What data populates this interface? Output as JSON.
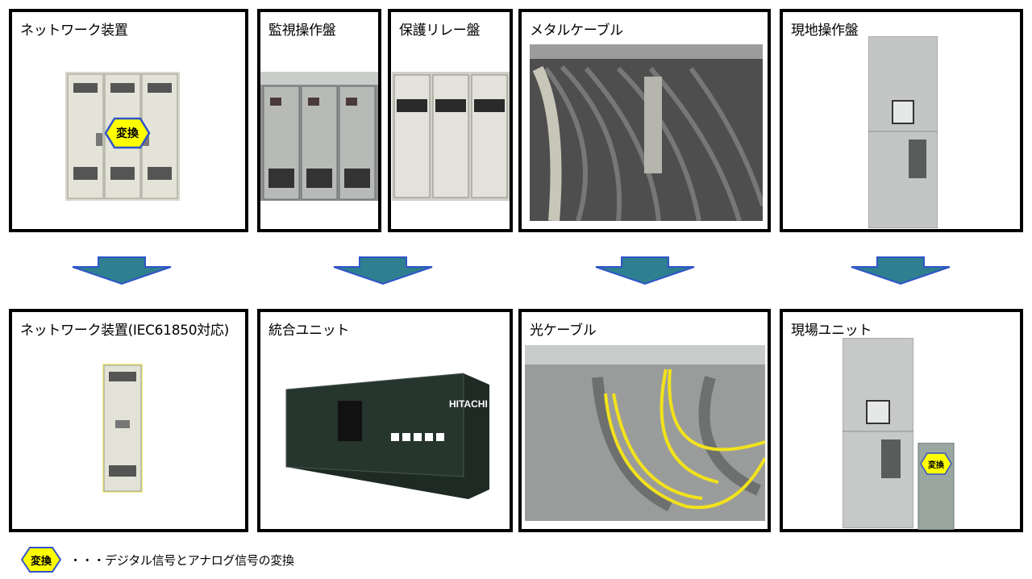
{
  "top_row": [
    {
      "id": "network",
      "title": "ネットワーク装置"
    },
    {
      "id": "monitor",
      "title": "監視操作盤"
    },
    {
      "id": "relay",
      "title": "保護リレー盤"
    },
    {
      "id": "metal",
      "title": "メタルケーブル"
    },
    {
      "id": "local",
      "title": "現地操作盤"
    }
  ],
  "bottom_row": [
    {
      "id": "network-iec",
      "title": "ネットワーク装置(IEC61850対応)"
    },
    {
      "id": "integrated",
      "title": "統合ユニット"
    },
    {
      "id": "optical",
      "title": "光ケーブル"
    },
    {
      "id": "field",
      "title": "現場ユニット"
    }
  ],
  "badges": {
    "convert": "変換"
  },
  "unit_brand": "HITACHI",
  "legend": {
    "badge": "変換",
    "text": "・・・デジタル信号とアナログ信号の変換"
  },
  "colors": {
    "arrow_fill": "#2e7f8f",
    "arrow_stroke": "#2f54c9",
    "badge_fill": "#ffff00",
    "badge_stroke": "#2f54c9"
  }
}
